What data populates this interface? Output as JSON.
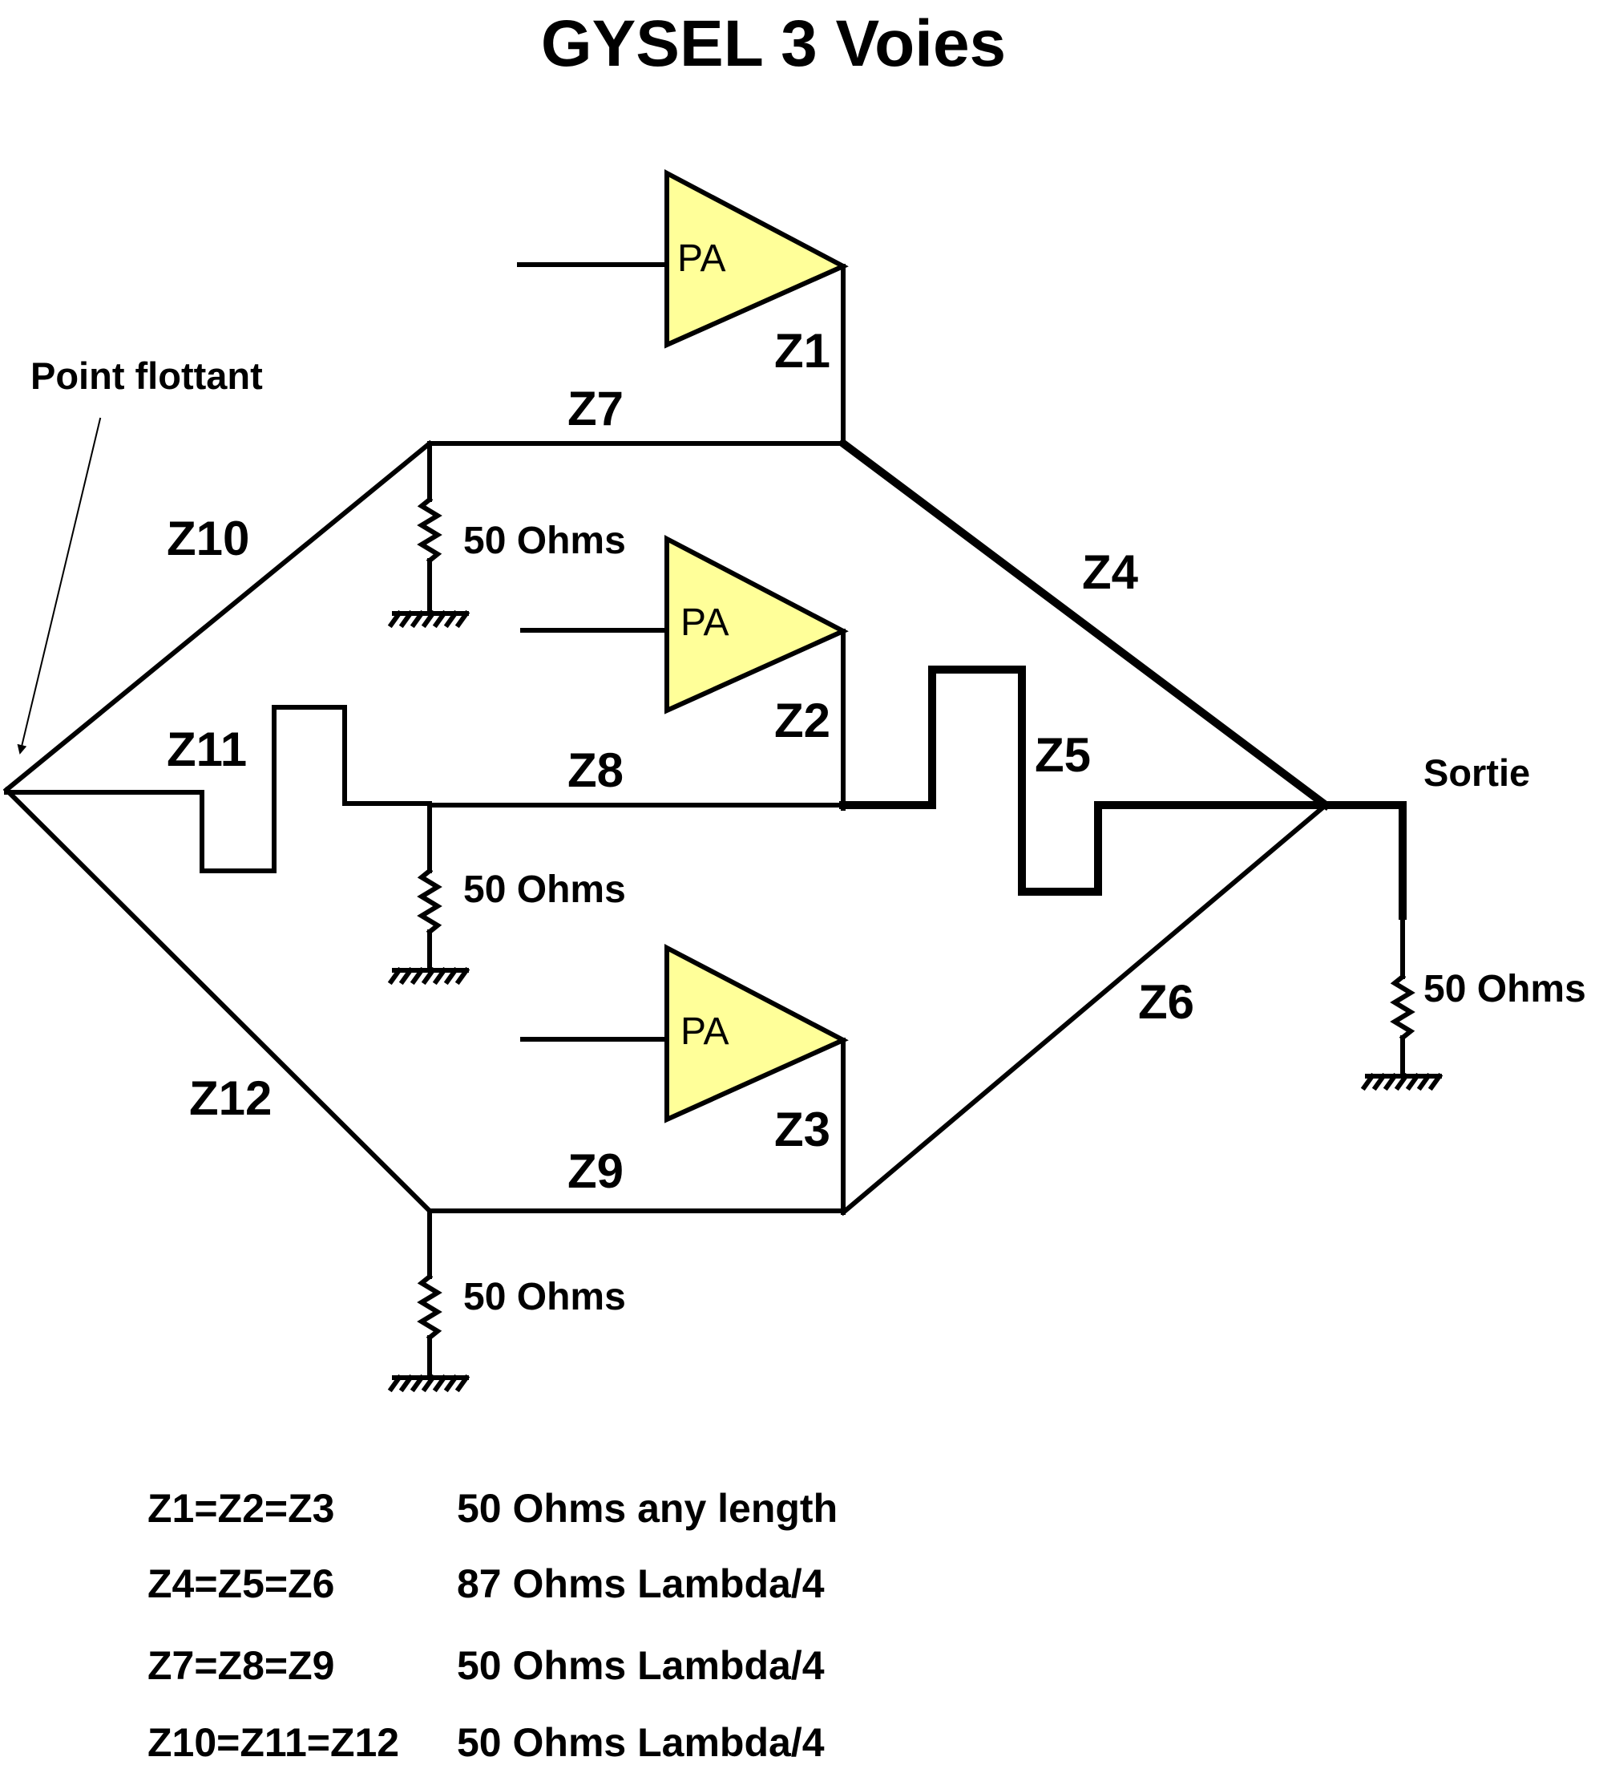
{
  "title": "GYSEL 3 Voies",
  "colors": {
    "amplifier_fill": "#FFFF99",
    "line": "#000000",
    "background": "#FFFFFF"
  },
  "labels": {
    "point_flottant": "Point flottant",
    "sortie": "Sortie",
    "pa": "PA",
    "resistor": "50 Ohms",
    "z1": "Z1",
    "z2": "Z2",
    "z3": "Z3",
    "z4": "Z4",
    "z5": "Z5",
    "z6": "Z6",
    "z7": "Z7",
    "z8": "Z8",
    "z9": "Z9",
    "z10": "Z10",
    "z11": "Z11",
    "z12": "Z12"
  },
  "legend": [
    {
      "group": "Z1=Z2=Z3",
      "spec": "50 Ohms any length"
    },
    {
      "group": "Z4=Z5=Z6",
      "spec": "87 Ohms Lambda/4"
    },
    {
      "group": "Z7=Z8=Z9",
      "spec": "50 Ohms Lambda/4"
    },
    {
      "group": "Z10=Z11=Z12",
      "spec": "50 Ohms Lambda/4"
    }
  ]
}
